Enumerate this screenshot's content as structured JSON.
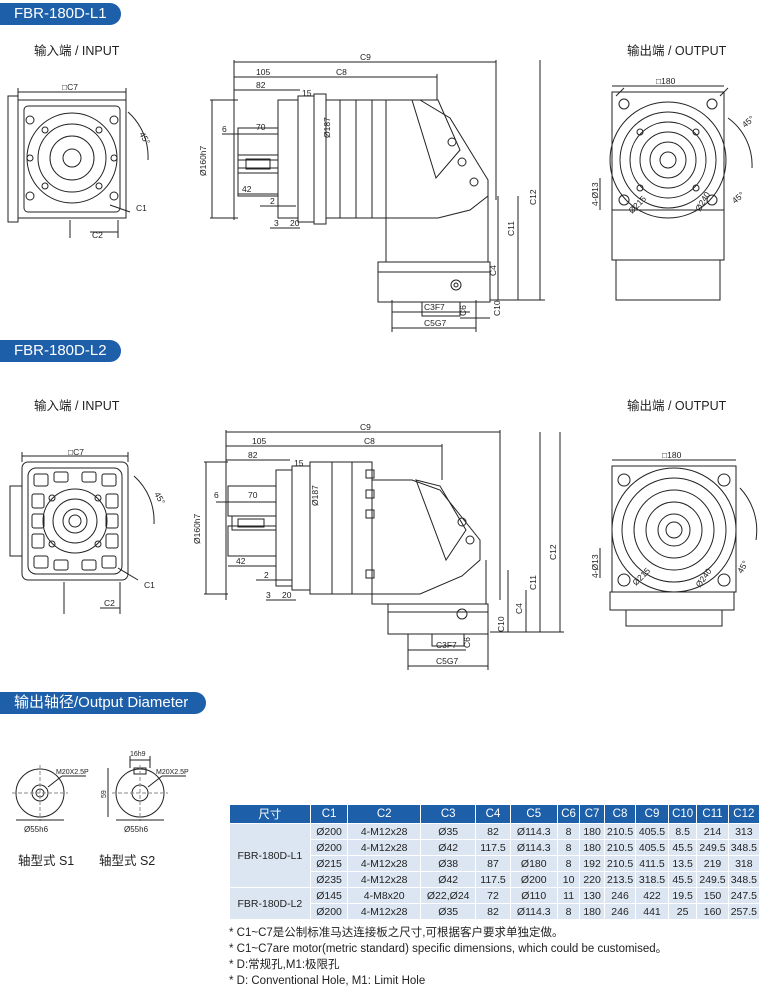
{
  "sections": {
    "l1_title": "FBR-180D-L1",
    "l2_title": "FBR-180D-L2",
    "shaft_title": "输出轴径/Output Diameter"
  },
  "views": {
    "input": "输入端 / INPUT",
    "output": "输出端 / OUTPUT"
  },
  "dims": {
    "c7": "□C7",
    "c180": "□180",
    "c9": "C9",
    "c8": "C8",
    "d105": "105",
    "d82": "82",
    "d15": "15",
    "d6": "6",
    "d70": "70",
    "d42": "42",
    "d2": "2",
    "d3": "3",
    "d20": "20",
    "phi160": "Ø160h7",
    "phi187": "Ø187",
    "c12": "C12",
    "c11": "C11",
    "c4": "C4",
    "c10": "C10",
    "c6": "C6",
    "c5": "C5",
    "c3f7": "C3F7",
    "c5g7": "C5G7",
    "c1": "C1",
    "c2": "C2",
    "deg45": "45°",
    "holes": "4-Ø13",
    "phi215": "Ø215",
    "phi240": "Ø240"
  },
  "shaft": {
    "thread": "M20X2.5P",
    "phi55": "Ø55h6",
    "key": "16h9",
    "d59": "59",
    "s1": "轴型式 S1",
    "s2": "轴型式 S2"
  },
  "table": {
    "headers": [
      "尺寸",
      "C1",
      "C2",
      "C3",
      "C4",
      "C5",
      "C6",
      "C7",
      "C8",
      "C9",
      "C10",
      "C11",
      "C12"
    ],
    "groups": [
      {
        "model": "FBR-180D-L1",
        "rows": [
          [
            "Ø200",
            "4-M12x28",
            "Ø35",
            "82",
            "Ø114.3",
            "8",
            "180",
            "210.5",
            "405.5",
            "8.5",
            "214",
            "313"
          ],
          [
            "Ø200",
            "4-M12x28",
            "Ø42",
            "117.5",
            "Ø114.3",
            "8",
            "180",
            "210.5",
            "405.5",
            "45.5",
            "249.5",
            "348.5"
          ],
          [
            "Ø215",
            "4-M12x28",
            "Ø38",
            "87",
            "Ø180",
            "8",
            "192",
            "210.5",
            "411.5",
            "13.5",
            "219",
            "318"
          ],
          [
            "Ø235",
            "4-M12x28",
            "Ø42",
            "117.5",
            "Ø200",
            "10",
            "220",
            "213.5",
            "318.5",
            "45.5",
            "249.5",
            "348.5"
          ]
        ]
      },
      {
        "model": "FBR-180D-L2",
        "rows": [
          [
            "Ø145",
            "4-M8x20",
            "Ø22,Ø24",
            "72",
            "Ø110",
            "11",
            "130",
            "246",
            "422",
            "19.5",
            "150",
            "247.5"
          ],
          [
            "Ø200",
            "4-M12x28",
            "Ø35",
            "82",
            "Ø114.3",
            "8",
            "180",
            "246",
            "441",
            "25",
            "160",
            "257.5"
          ]
        ]
      }
    ]
  },
  "notes": [
    "* C1~C7是公制标准马达连接板之尺寸,可根据客户要求单独定做。",
    "* C1~C7are motor(metric standard)  specific dimensions, which could be customised。",
    "* D:常规孔,M1:极限孔",
    "* D: Conventional Hole, M1: Limit Hole"
  ],
  "colors": {
    "banner": "#1d5fa8",
    "table_header": "#1d5fa8",
    "table_cell": "#dce6f2",
    "line": "#222222"
  }
}
